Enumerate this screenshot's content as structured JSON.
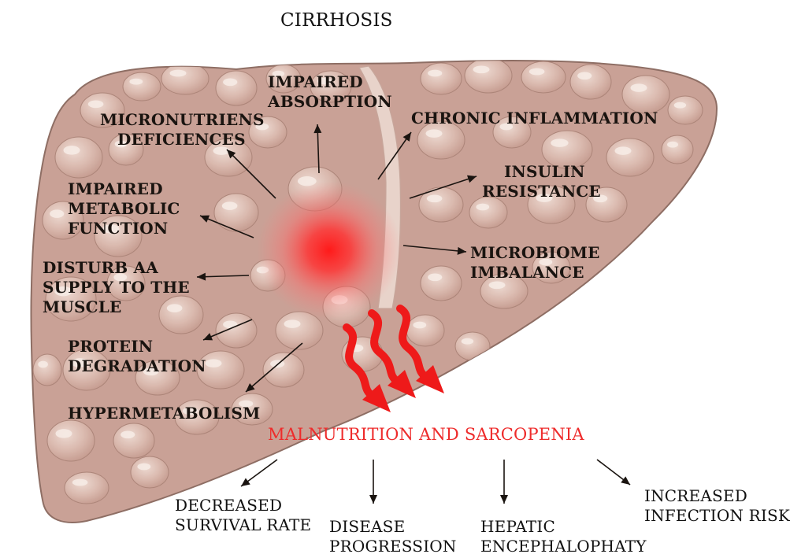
{
  "title": "CIRRHOSIS",
  "causes": {
    "impaired_absorption": [
      "IMPAIRED",
      "ABSORPTION"
    ],
    "micronutrients": [
      "MICRONUTRIENS",
      "DEFICIENCES"
    ],
    "chronic_inflammation": [
      "CHRONIC INFLAMMATION"
    ],
    "insulin_resistance": [
      "INSULIN",
      "RESISTANCE"
    ],
    "impaired_metabolic": [
      "IMPAIRED",
      "METABOLIC",
      "FUNCTION"
    ],
    "microbiome": [
      "MICROBIOME",
      "IMBALANCE"
    ],
    "disturb_aa": [
      "DISTURB AA",
      "SUPPLY TO THE",
      "MUSCLE"
    ],
    "protein_degradation": [
      "PROTEIN",
      "DEGRADATION"
    ],
    "hypermetabolism": [
      "HYPERMETABOLISM"
    ]
  },
  "central_outcome": "MALNUTRITION AND SARCOPENIA",
  "consequences": {
    "survival": [
      "DECREASED",
      "SURVIVAL RATE"
    ],
    "progression": [
      "DISEASE",
      "PROGRESSION"
    ],
    "encephalopathy": [
      "HEPATIC",
      "ENCEPHALOPHATY"
    ],
    "infection": [
      "INCREASED",
      "INFECTION RISK"
    ]
  },
  "colors": {
    "liver_fill": "#c9a196",
    "liver_outline": "#8e6e64",
    "nodule_fill": "#dcbdb2",
    "nodule_highlight": "#f3e3dc",
    "ligament": "#ead6cd",
    "hotspot": "#ff2a2a",
    "wave_arrows": "#ee1a1a",
    "text": "#1a1410",
    "outcome_text": "#ee2b2b"
  }
}
